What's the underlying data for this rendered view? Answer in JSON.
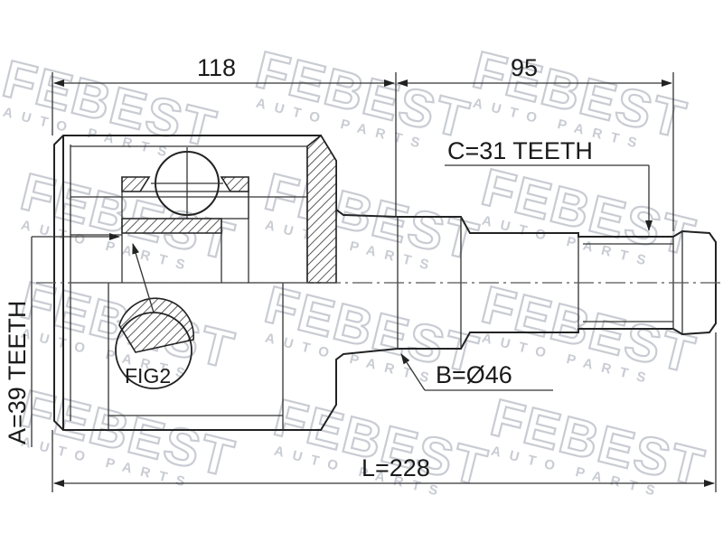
{
  "diagram": {
    "dimensions": {
      "left_length": "118",
      "right_length": "95",
      "total_length": "L=228",
      "outer_teeth": "C=31 TEETH",
      "inner_teeth": "A=39 TEETH",
      "seal_diameter": "B=Ø46",
      "detail_label": "FIG2"
    },
    "watermark": {
      "brand": "FEBEST",
      "sub": "AUTO PARTS"
    },
    "colors": {
      "line": "#222222",
      "watermark": "#c9ccd3",
      "background": "#ffffff"
    }
  }
}
